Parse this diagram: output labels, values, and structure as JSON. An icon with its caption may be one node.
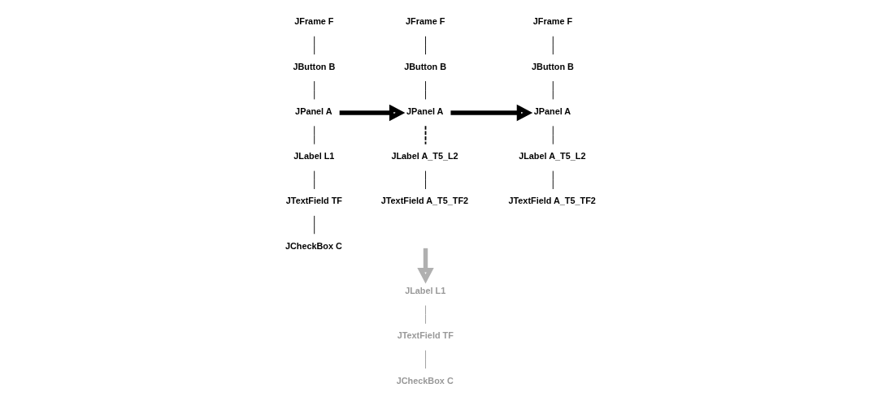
{
  "diagram": {
    "nodes": [
      {
        "text": [
          "JFrame F"
        ]
      },
      {
        "text": [
          "JButton B"
        ]
      },
      {
        "text": [
          "JPanel A"
        ]
      },
      {
        "text": [
          "JLabel L1"
        ]
      },
      {
        "text": [
          "JTextField TF"
        ]
      },
      {
        "text": [
          "JCheckBox C"
        ]
      },
      {
        "text": [
          "JFrame F"
        ]
      },
      {
        "text": [
          "JButton B"
        ]
      },
      {
        "text": [
          "JPanel A"
        ]
      },
      {
        "text": [
          "JLabel A_T5_L2"
        ]
      },
      {
        "text": [
          "JTextField A_T5_TF2"
        ]
      },
      {
        "text": [
          "JLabel L1"
        ]
      },
      {
        "text": [
          "JTextField TF"
        ]
      },
      {
        "text": [
          "JCheckBox C"
        ]
      },
      {
        "text": [
          "JFrame F"
        ]
      },
      {
        "text": [
          "JButton B"
        ]
      },
      {
        "text": [
          "JPanel A"
        ]
      },
      {
        "text": [
          "JLabel A_T5_L2"
        ]
      },
      {
        "text": [
          "JTextField A_T5_TF2"
        ]
      }
    ],
    "edges": [
      {
        "from": 0,
        "to": 1,
        "arrow": "none"
      },
      {
        "from": 1,
        "to": 2,
        "arrow": "none"
      },
      {
        "from": 2,
        "to": 3,
        "arrow": "none"
      },
      {
        "from": 3,
        "to": 4,
        "arrow": "none"
      },
      {
        "from": 4,
        "to": 5,
        "arrow": "none"
      },
      {
        "from": 2,
        "to": 8,
        "arrow": "to",
        "style": "thick"
      },
      {
        "from": 6,
        "to": 7,
        "arrow": "none"
      },
      {
        "from": 7,
        "to": 8,
        "arrow": "none"
      },
      {
        "from": 8,
        "to": 9,
        "arrow": "none",
        "style": "dashed"
      },
      {
        "from": 9,
        "to": 10,
        "arrow": "none"
      },
      {
        "from": null,
        "to": 11,
        "arrow": "to",
        "style": "thick",
        "color": "#b0b0b0"
      },
      {
        "from": 11,
        "to": 12,
        "arrow": "none",
        "color": "#999999"
      },
      {
        "from": 12,
        "to": 13,
        "arrow": "none",
        "color": "#999999"
      },
      {
        "from": 8,
        "to": 16,
        "arrow": "to",
        "style": "thick"
      },
      {
        "from": 14,
        "to": 15,
        "arrow": "none"
      },
      {
        "from": 15,
        "to": 16,
        "arrow": "none"
      },
      {
        "from": 16,
        "to": 17,
        "arrow": "none"
      },
      {
        "from": 17,
        "to": 18,
        "arrow": "none"
      }
    ]
  }
}
